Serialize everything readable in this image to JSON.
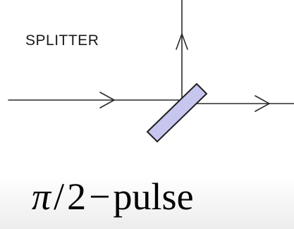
{
  "diagram": {
    "splitter_label": "SPLITTER",
    "caption": {
      "symbol": "π",
      "slash": "/",
      "number": "2",
      "dash": "−",
      "word": "pulse"
    },
    "colors": {
      "plate_fill": "#c7c6ef",
      "beam": "#2a2a2a"
    }
  }
}
